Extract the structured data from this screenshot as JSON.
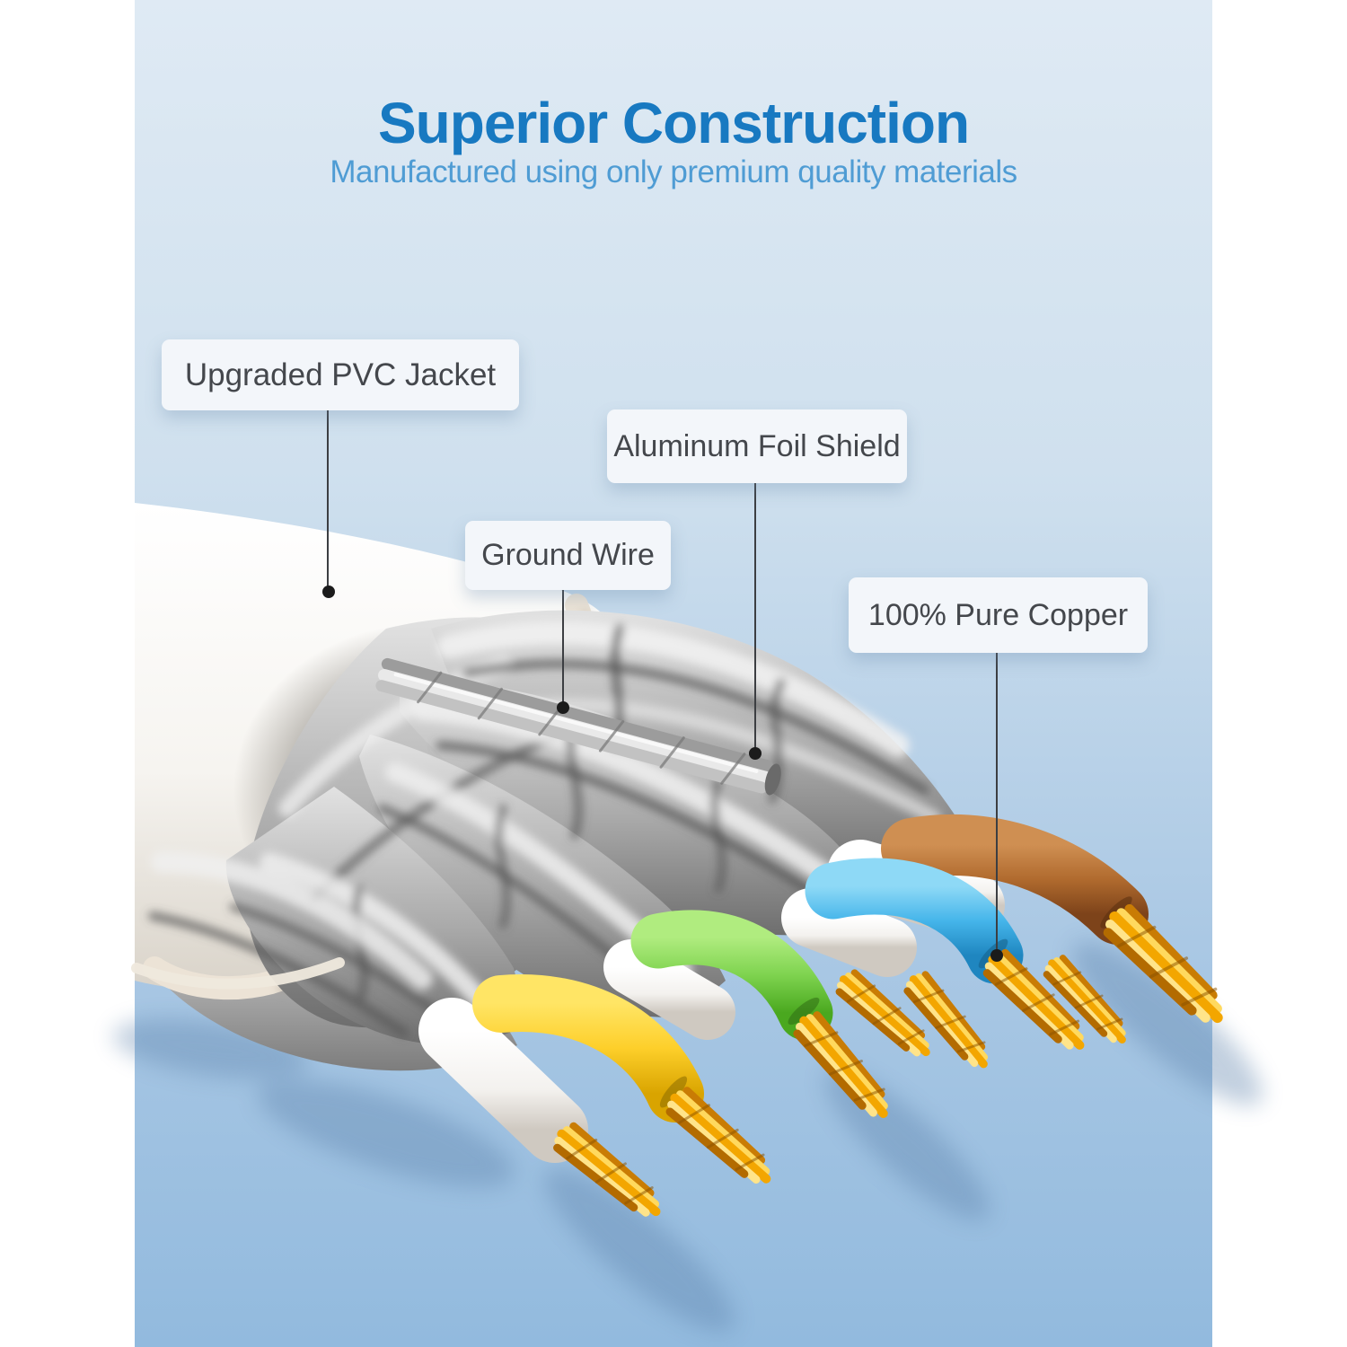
{
  "header": {
    "title": "Superior Construction",
    "subtitle": "Manufactured using only premium quality materials"
  },
  "callouts": [
    {
      "id": "pvc-jacket",
      "text": "Upgraded PVC Jacket"
    },
    {
      "id": "aluminum-foil-shield",
      "text": "Aluminum Foil Shield"
    },
    {
      "id": "ground-wire",
      "text": "Ground Wire"
    },
    {
      "id": "pure-copper",
      "text": "100% Pure Copper"
    }
  ],
  "colors": {
    "background_top": "#dfeaf4",
    "background_bottom": "#92bade",
    "page_margin": "#ffffff",
    "title_blue": "#1879c1",
    "subtitle_blue": "#4f9cd4",
    "label_bg": "#f3f6fa",
    "label_text": "#44474c",
    "leader_line": "#3c3e42",
    "leader_dot": "#1b1b1b",
    "wire_yellow": "#fdcf2a",
    "wire_green": "#7ed34f",
    "wire_blue": "#45b5ea",
    "wire_brown": "#b06a2e",
    "copper": "#f3a600",
    "foil_gray": "#a8a8a8",
    "jacket_white": "#ffffff"
  }
}
